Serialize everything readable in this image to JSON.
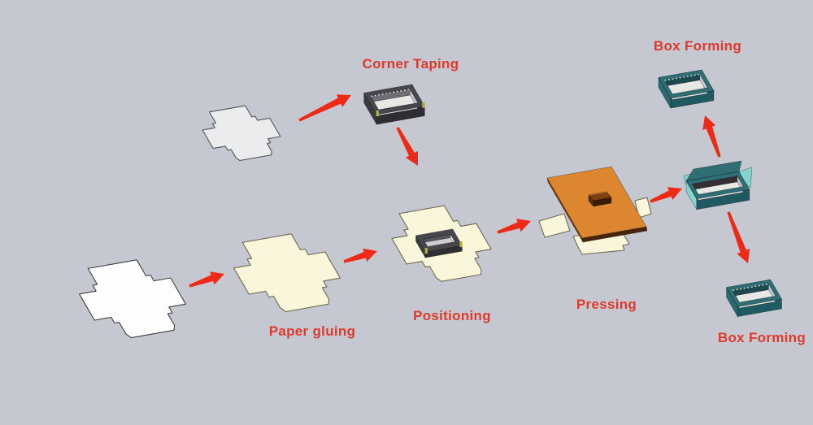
{
  "labels": {
    "corner_taping": "Corner Taping",
    "box_forming_top": "Box Forming",
    "box_forming_bottom": "Box Forming",
    "pressing": "Pressing",
    "positioning": "Positioning",
    "paper_gluing": "Paper gluing"
  },
  "colors": {
    "background": "#c5c7d1",
    "label_text": "#e0392c",
    "arrow": "#ee2a17",
    "board_gray": "#ebecee",
    "board_gray_edge": "#55565a",
    "paper_white": "#fefefe",
    "paper_white_edge": "#3f4042",
    "paper_cream": "#f9f6dc",
    "paper_cream_edge": "#6b6a52",
    "tray_dark_rim": "#46464c",
    "tray_dark_left": "#3a3a40",
    "tray_dark_front": "#2e2e33",
    "inner_dark_wall": "#6e6e74",
    "interior_white": "#e8e8e4",
    "interior_gray": "#cdced2",
    "frame_inner_wall": "#57575e",
    "teal_rim": "#2e6e74",
    "teal_left": "#2a6a70",
    "teal_front": "#1f5a63",
    "teal_inner_wall": "#1c4950",
    "ink_dark": "#332f33",
    "mint": "#82d6ce",
    "press_orange": "#dd8630",
    "press_edge_bottom": "#4a2405",
    "press_edge_left": "#7a3d12",
    "knob_top": "#7e4010",
    "knob_front": "#381a05",
    "knob_left": "#5a2c0a",
    "tape_yellow": "#b9b432"
  }
}
